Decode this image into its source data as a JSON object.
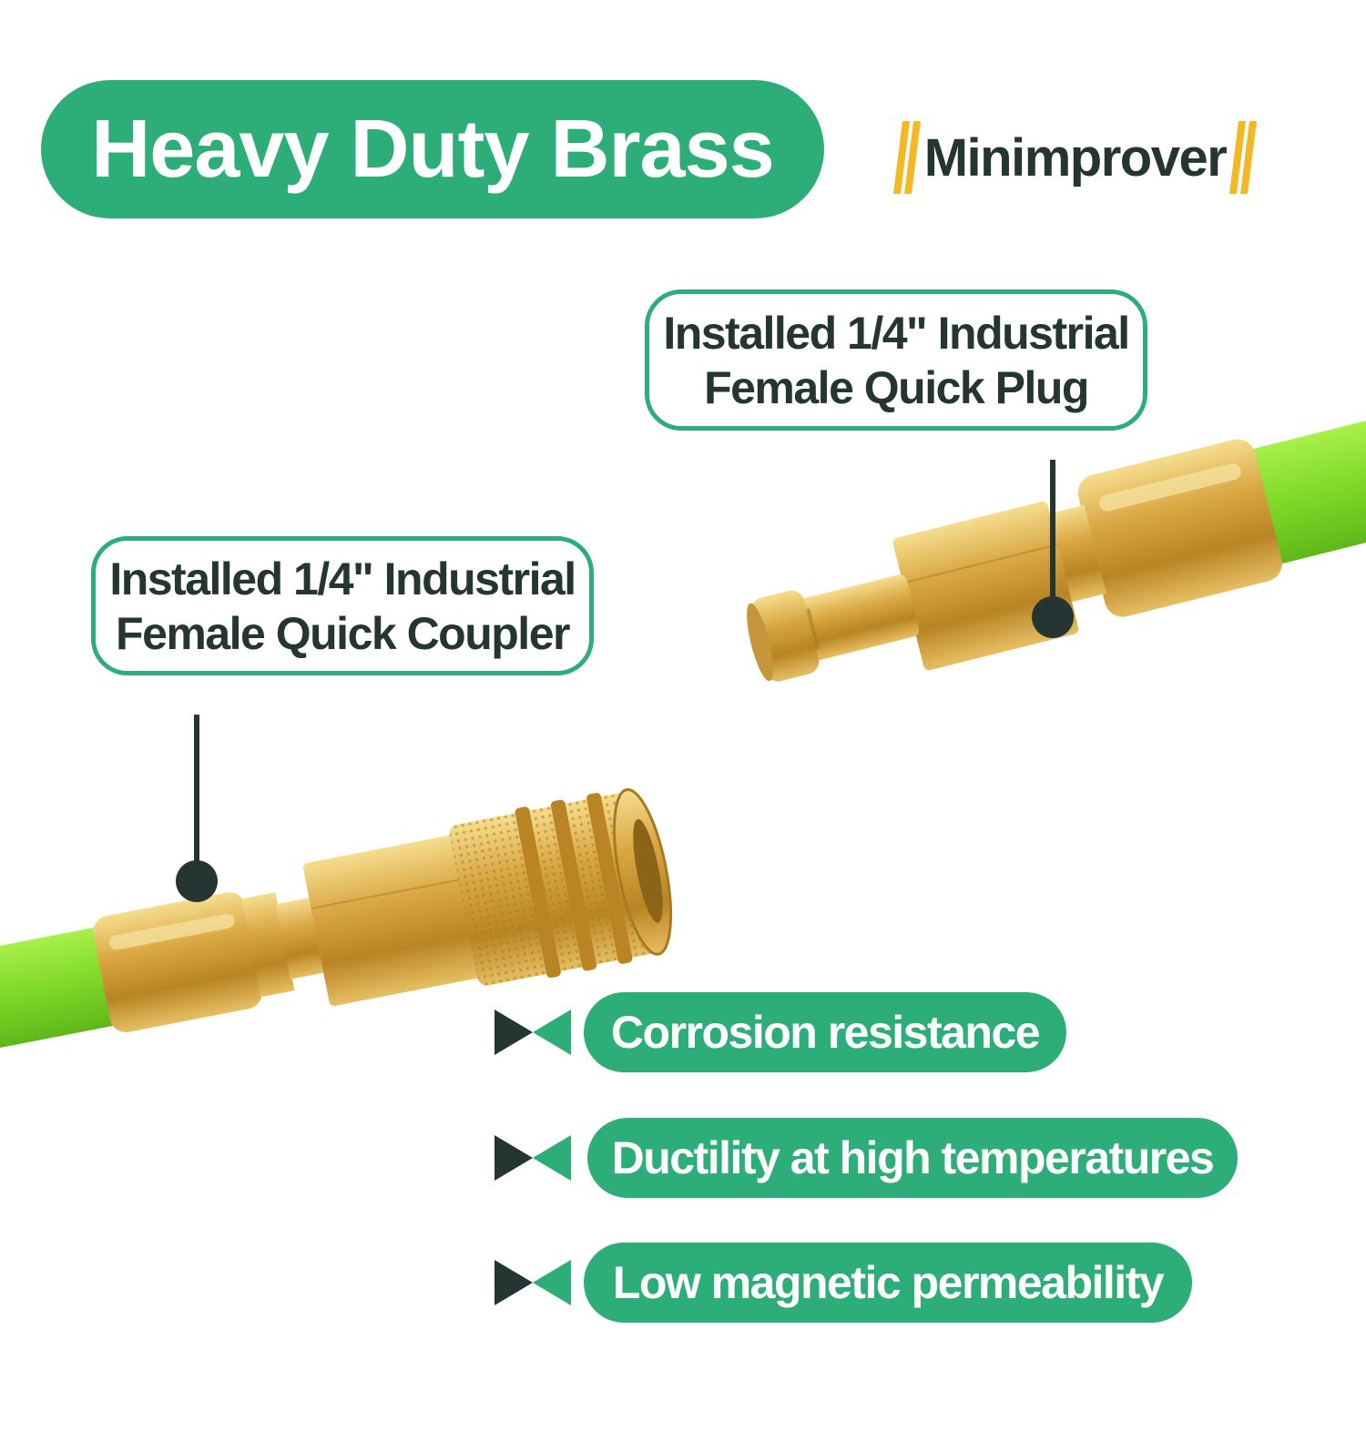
{
  "header": {
    "title": "Heavy Duty Brass",
    "brand": "Minimprover"
  },
  "callouts": {
    "plug": {
      "line1": "Installed 1/4\" Industrial",
      "line2": "Female Quick Plug"
    },
    "coupler": {
      "line1": "Installed 1/4\" Industrial",
      "line2": "Female Quick Coupler"
    }
  },
  "features": [
    {
      "label": "Corrosion resistance",
      "icon": "bowtie-arrow-icon"
    },
    {
      "label": "Ductility at high temperatures",
      "icon": "bowtie-arrow-icon"
    },
    {
      "label": "Low magnetic permeability",
      "icon": "bowtie-arrow-icon"
    }
  ],
  "colors": {
    "accent": "#2dae78",
    "dark": "#253532",
    "slash": "#f2b825",
    "hose": "#86e02a",
    "brass": "#d9a844"
  }
}
